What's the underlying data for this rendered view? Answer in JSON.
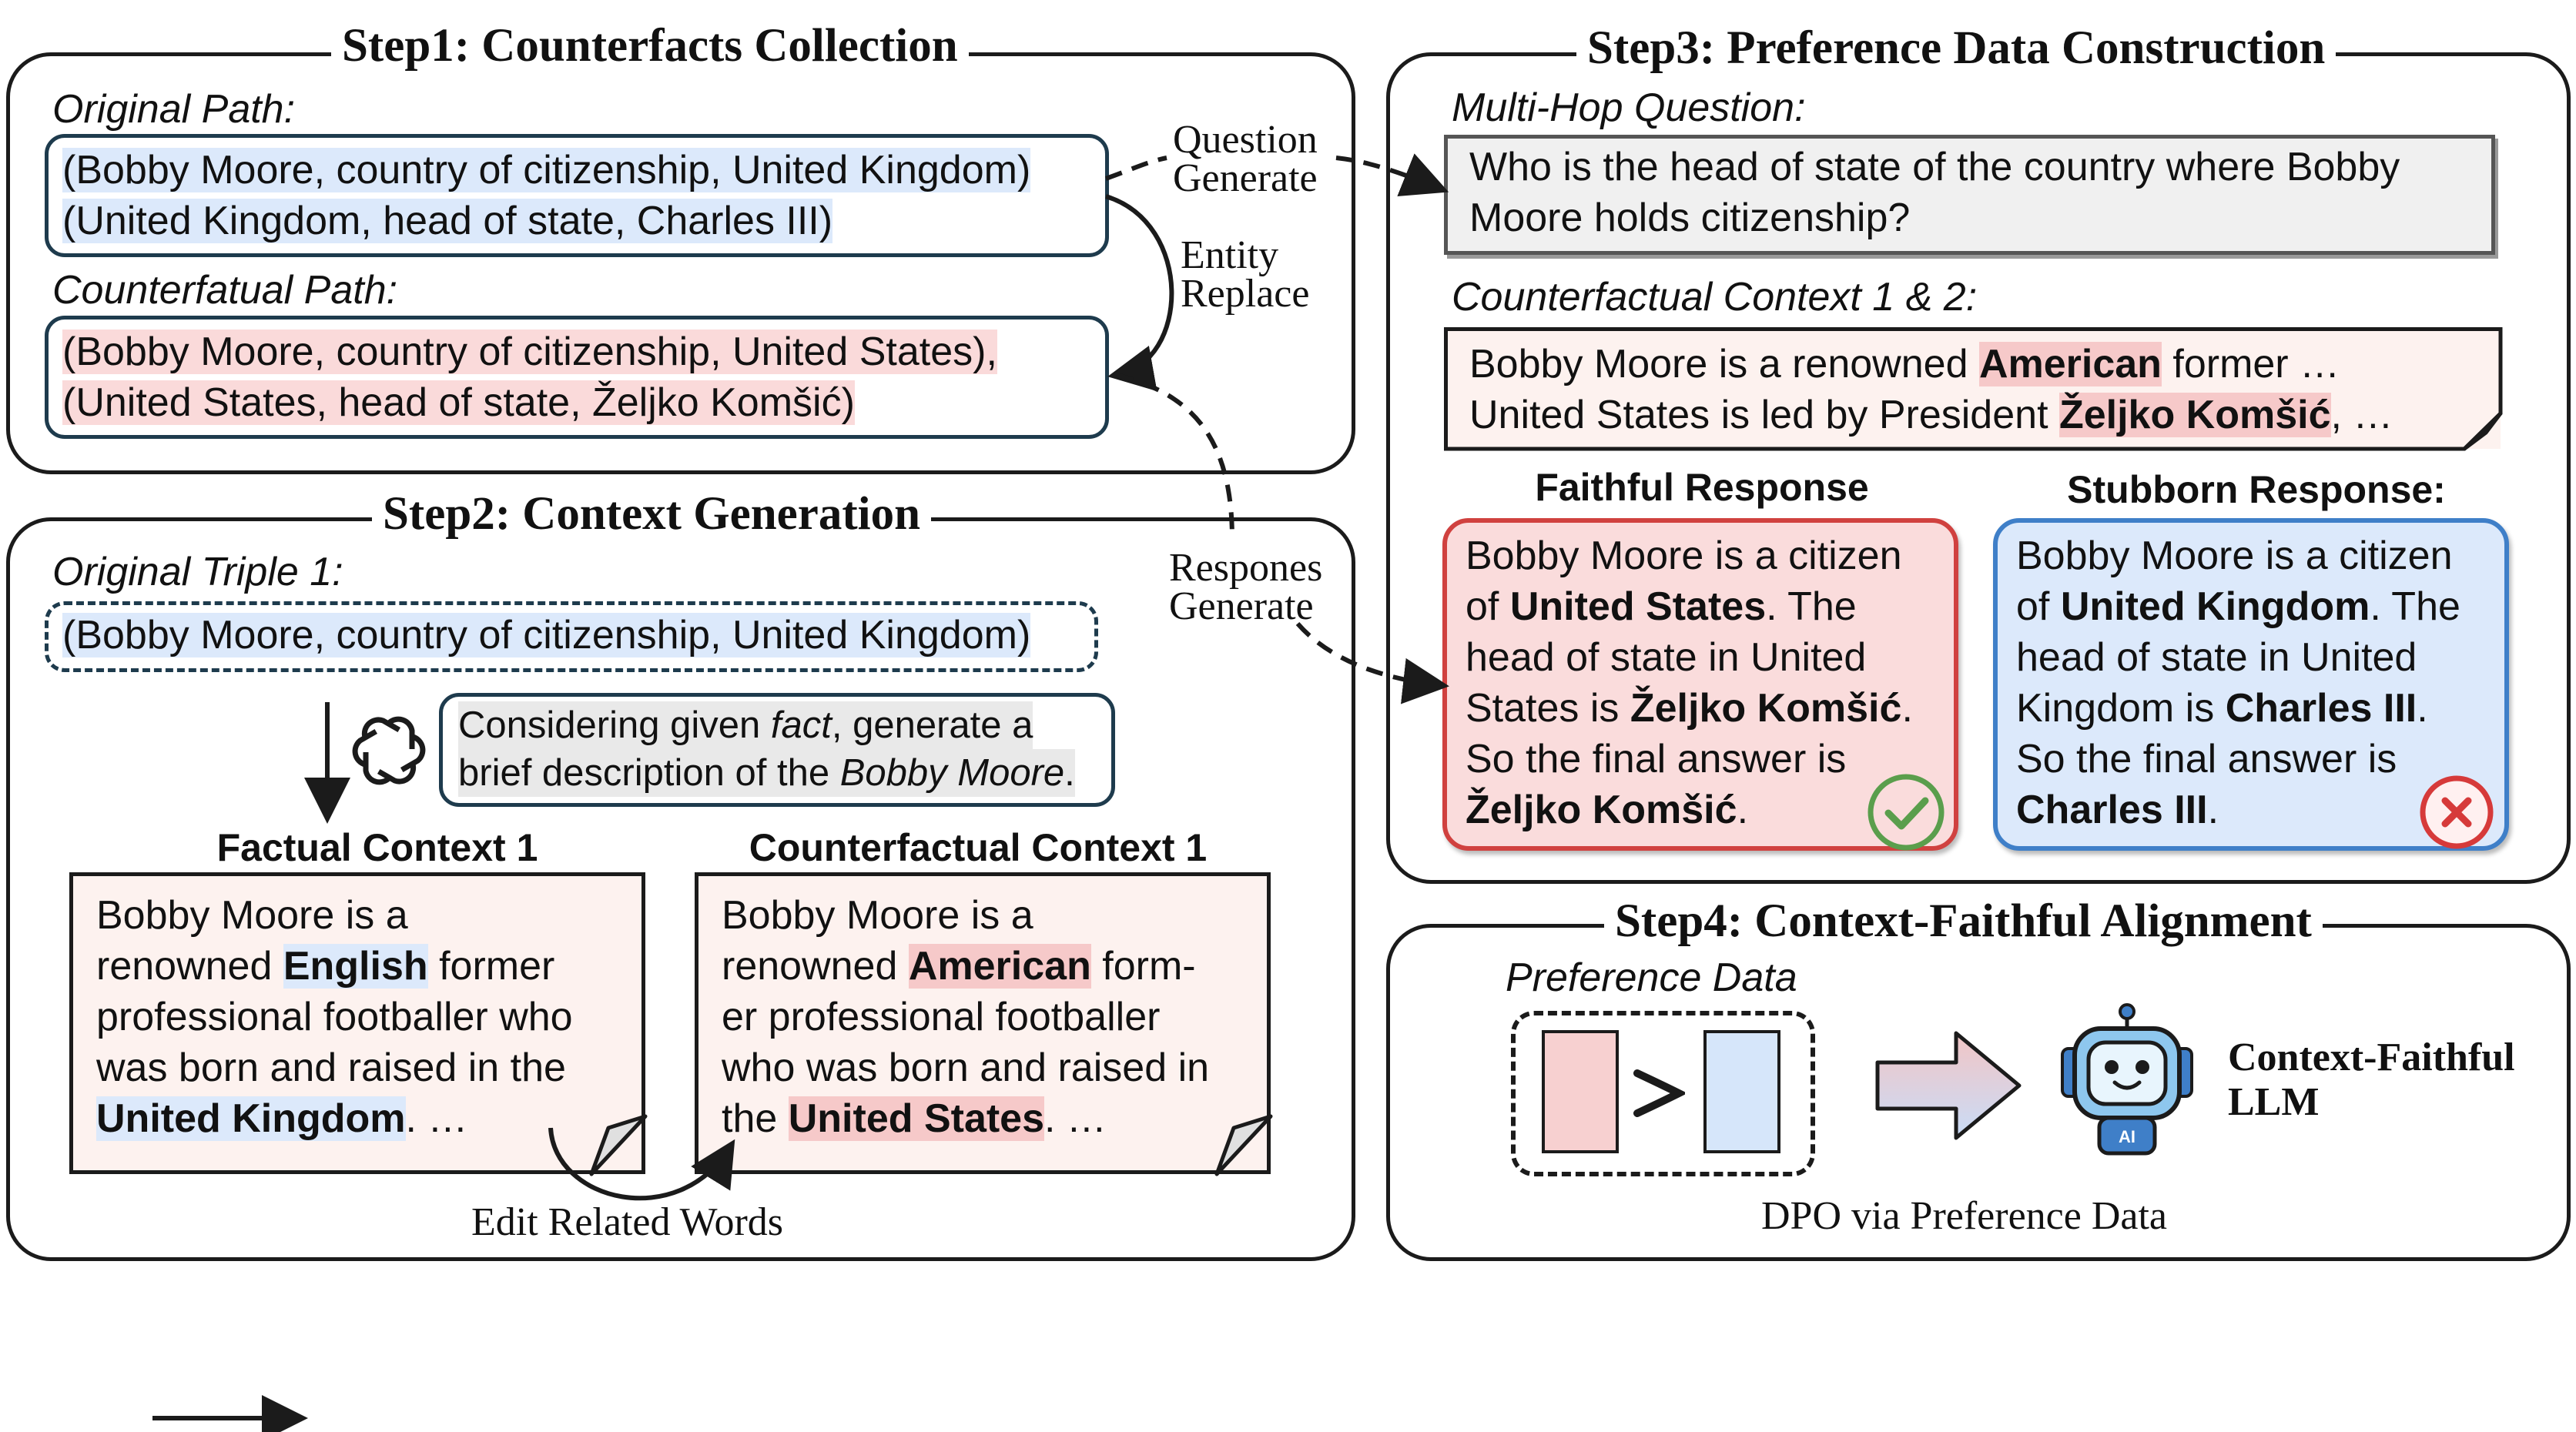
{
  "step1": {
    "title": "Step1: Counterfacts Collection",
    "original_path_label": "Original Path:",
    "original_path": [
      "(Bobby Moore, country of citizenship, United Kingdom)",
      "(United Kingdom, head of state, Charles III)"
    ],
    "counterfactual_path_label": "Counterfatual Path:",
    "counterfactual_path": [
      "(Bobby Moore, country of citizenship, United States),",
      "(United States, head of state, Željko Komšić)"
    ],
    "question_generate": [
      "Question",
      "Generate"
    ],
    "entity_replace": [
      "Entity",
      "Replace"
    ]
  },
  "step2": {
    "title": "Step2: Context Generation",
    "original_triple_label": "Original Triple 1:",
    "original_triple": "(Bobby Moore, country of citizenship, United Kingdom)",
    "prompt": {
      "line1_pre": "Considering given ",
      "line1_em": "fact",
      "line1_post": ", generate a",
      "line2_pre": "brief description of the ",
      "line2_em": "Bobby Moore",
      "line2_post": "."
    },
    "factual_header": "Factual Context 1",
    "factual": {
      "l1": "Bobby Moore is a",
      "l2_pre": "renowned ",
      "l2_hl": "English",
      "l2_post": " former",
      "l3": "professional footballer who",
      "l4": "was born and raised in the",
      "l5_hl": "United Kingdom",
      "l5_post": ". …"
    },
    "counter_header": "Counterfactual Context 1",
    "counter": {
      "l1": "Bobby Moore is a",
      "l2_pre": "renowned ",
      "l2_hl": "American",
      "l2_post": " form-",
      "l3": "er professional footballer",
      "l4": "who was born and raised in",
      "l5_pre": "the ",
      "l5_hl": "United States",
      "l5_post": ". …"
    },
    "edit_label": "Edit Related Words",
    "respones_generate": [
      "Respones",
      "Generate"
    ]
  },
  "step3": {
    "title": "Step3: Preference Data Construction",
    "question_label": "Multi-Hop Question:",
    "question": [
      "Who is the head of state of the country where Bobby",
      "Moore holds citizenship?"
    ],
    "context_label": "Counterfactual Context 1 & 2:",
    "context": {
      "l1_pre": "Bobby Moore is a renowned ",
      "l1_hl": "American",
      "l1_post": " former …",
      "l2_pre": "United States is led by President ",
      "l2_hl": "Željko Komšić",
      "l2_post": ", …"
    },
    "faithful_header": "Faithful Response",
    "faithful": {
      "l1": "Bobby Moore is a citizen",
      "l2_pre": "of ",
      "l2_b": "United States",
      "l2_post": ". The",
      "l3": "head of state in United",
      "l4_pre": "States is ",
      "l4_b": "Željko Komšić",
      "l4_post": ".",
      "l5": "So the final answer is",
      "l6_b": "Željko Komšić",
      "l6_post": "."
    },
    "stubborn_header": "Stubborn Response:",
    "stubborn": {
      "l1": "Bobby Moore is a citizen",
      "l2_pre": "of ",
      "l2_b": "United Kingdom",
      "l2_post": ".  The",
      "l3": "head of state in United",
      "l4_pre": "Kingdom is ",
      "l4_b": "Charles III",
      "l4_post": ".",
      "l5": "So the final answer is",
      "l6_b": "Charles III",
      "l6_post": "."
    }
  },
  "step4": {
    "title": "Step4: Context-Faithful Alignment",
    "preference_label": "Preference Data",
    "llm_label": [
      "Context-Faithful",
      "LLM"
    ],
    "robot_badge": "AI",
    "dpo_label": "DPO via Preference Data"
  },
  "colors": {
    "blue_highlight": "#dce9fb",
    "red_highlight": "#fadada",
    "faithful_border": "#d0413f",
    "stubborn_border": "#3f7fc8",
    "check_green": "#5a9e4c",
    "cross_red": "#d63a3a"
  }
}
